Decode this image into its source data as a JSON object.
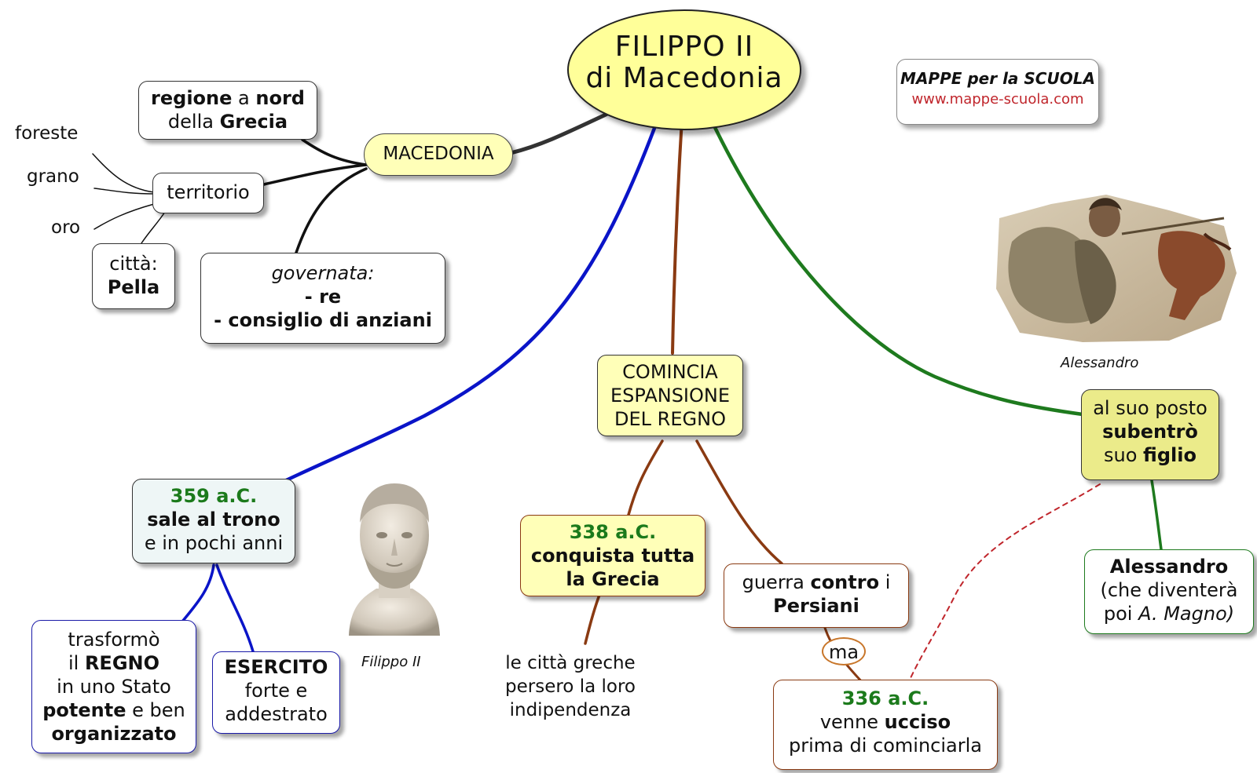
{
  "title": {
    "line1": "FILIPPO II",
    "line2": "di Macedonia"
  },
  "brand": {
    "name": "MAPPE per la SCUOLA",
    "url": "www.mappe-scuola.com"
  },
  "macedonia": "MACEDONIA",
  "region": {
    "t1": "regione",
    "t2": " a ",
    "t3": "nord",
    "t4": "della ",
    "t5": "Grecia"
  },
  "territory": "territorio",
  "resources": [
    "foreste",
    "grano",
    "oro"
  ],
  "city": {
    "label": "città:",
    "name": "Pella"
  },
  "governed": {
    "label": "governata:",
    "item1": "- re",
    "item2": "- consiglio di anziani"
  },
  "throne": {
    "year": "359 a.C.",
    "line2": "sale al trono",
    "line3": "e in pochi anni"
  },
  "state": {
    "l1": "trasformò",
    "l2a": "il ",
    "l2b": "REGNO",
    "l3": "in uno Stato",
    "l4a": "potente",
    "l4b": " e ben",
    "l5": "organizzato"
  },
  "army": {
    "l1": "ESERCITO",
    "l2": "forte e",
    "l3": "addestrato"
  },
  "expansion": {
    "l1": "COMINCIA",
    "l2": "ESPANSIONE",
    "l3": "DEL REGNO"
  },
  "conquest": {
    "year": "338 a.C.",
    "l2": "conquista tutta",
    "l3": "la Grecia"
  },
  "independence": {
    "l1": "le città greche",
    "l2": "persero la loro",
    "l3": "indipendenza"
  },
  "war": {
    "l1a": "guerra ",
    "l1b": "contro",
    "l1c": " i",
    "l2": "Persiani"
  },
  "connector_ma": "ma",
  "killed": {
    "year": "336 a.C.",
    "l2a": "venne ",
    "l2b": "ucciso",
    "l3": "prima di cominciarla"
  },
  "succession": {
    "l1": "al suo posto",
    "l2": "subentrò",
    "l3a": "suo ",
    "l3b": "figlio"
  },
  "alexander": {
    "l1": "Alessandro",
    "l2": "(che diventerà",
    "l3a": "poi ",
    "l3b": "A. Magno)"
  },
  "captions": {
    "philip": "Filippo II",
    "alexander": "Alessandro"
  },
  "colors": {
    "title_fill": "#ffff99",
    "node_yellow": "#ffffb8",
    "succession_fill": "#ebeb8a",
    "blue_link": "#0a14c8",
    "brown_link": "#8a3a12",
    "green_link": "#1e7a1e",
    "year_green": "#1b7a1b",
    "brand_url_red": "#c0262c"
  }
}
